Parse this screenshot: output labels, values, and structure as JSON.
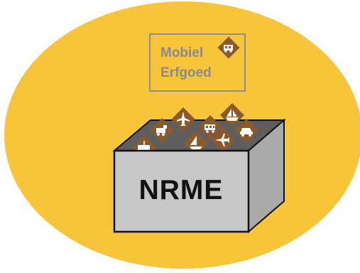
{
  "logo": {
    "line1": "Mobiel",
    "line2": "Erfgoed",
    "icon": "bus-diamond-icon"
  },
  "box": {
    "label": "NRME"
  },
  "heritage_icons": [
    "airplane-diamond-icon",
    "ship-diamond-icon",
    "locomotive-diamond-icon",
    "bus-diamond-icon",
    "car-diamond-icon",
    "tram-diamond-icon",
    "sailboat-diamond-icon",
    "airplane-diamond-icon"
  ],
  "colors": {
    "background_ellipse": "#F8C53A",
    "box_front": "#C7C7C7",
    "box_side": "#A9A9A9",
    "box_top_inside": "#5E5E5E",
    "logo_border": "#8C8C8C",
    "icon_brown": "#8B5A2B",
    "text_dark": "#111111",
    "text_grey": "#8A8A8A"
  }
}
